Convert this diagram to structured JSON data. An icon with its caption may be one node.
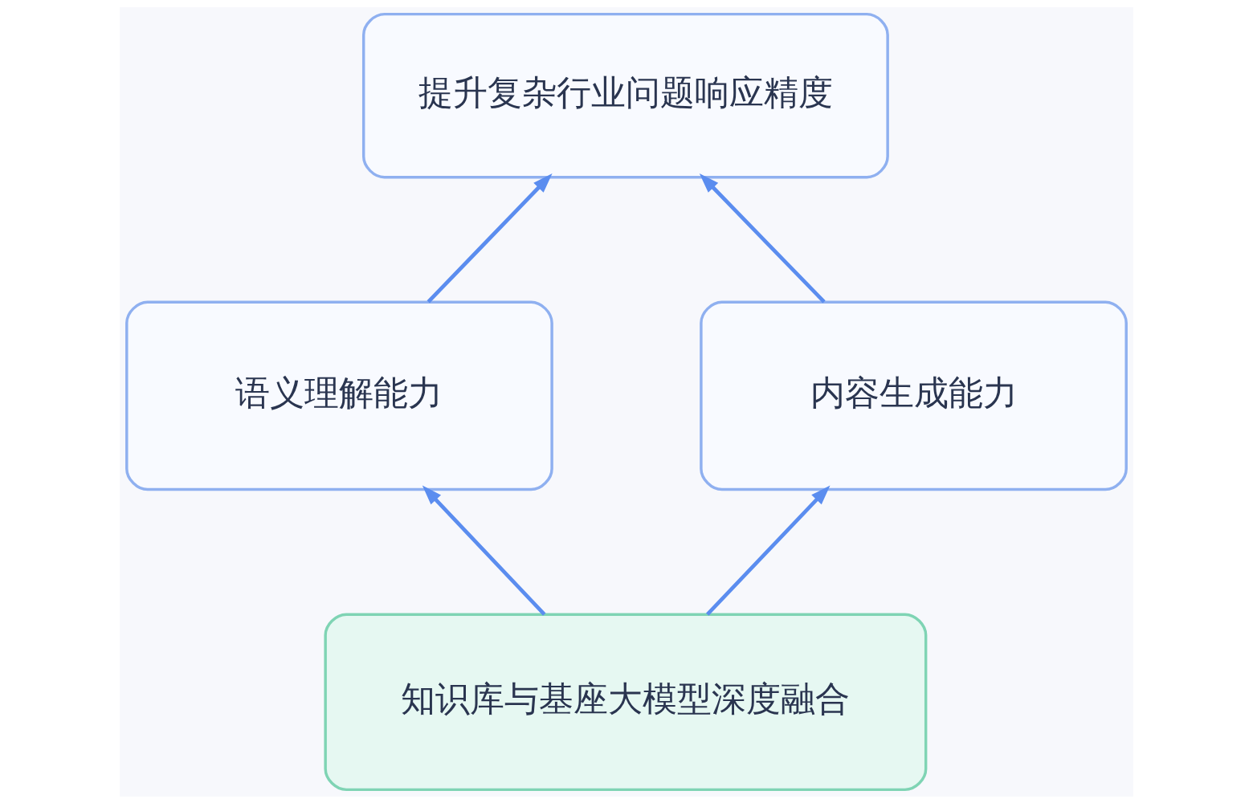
{
  "diagram": {
    "nodes": [
      {
        "text": [
          "提升复杂行业问题响应精度"
        ]
      },
      {
        "text": [
          "语义理解能力"
        ]
      },
      {
        "text": [
          "内容生成能力"
        ]
      },
      {
        "text": [
          "知识库与基座大模型深度融合"
        ]
      }
    ],
    "edges": [
      {
        "from": 3,
        "to": 1,
        "arrow": "to"
      },
      {
        "from": 3,
        "to": 2,
        "arrow": "to"
      },
      {
        "from": 1,
        "to": 0,
        "arrow": "to"
      },
      {
        "from": 2,
        "to": 0,
        "arrow": "to"
      }
    ]
  }
}
